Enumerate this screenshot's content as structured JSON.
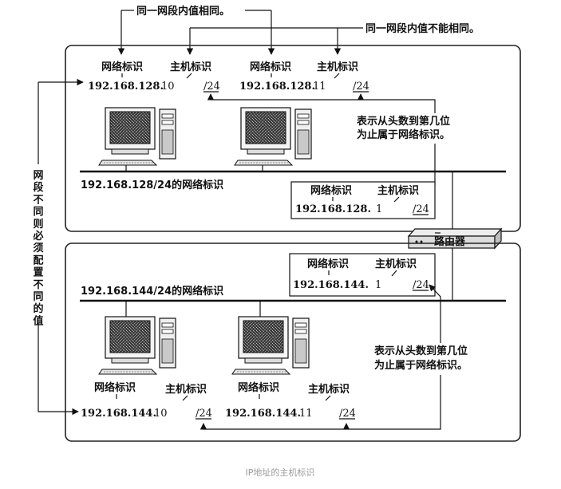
{
  "top_notes": {
    "same_value": "同一网段内值相同。",
    "not_same_value": "同一网段内值不能相同。"
  },
  "side_note": "网段不同则必须配置不同的值",
  "labels": {
    "network_id": "网络标识",
    "host_id": "主机标识"
  },
  "segment_a": {
    "network_label": "192.168.128/24的网络标识",
    "hosts": [
      {
        "network": "192.168.128.",
        "host": "10",
        "prefix": "/24"
      },
      {
        "network": "192.168.128.",
        "host": "11",
        "prefix": "/24"
      }
    ],
    "router_if": {
      "network": "192.168.128.",
      "host": "1",
      "prefix": "/24"
    },
    "prefix_note_line1": "表示从头数到第几位",
    "prefix_note_line2": "为止属于网络标识。"
  },
  "segment_b": {
    "network_label": "192.168.144/24的网络标识",
    "hosts": [
      {
        "network": "192.168.144.",
        "host": "10",
        "prefix": "/24"
      },
      {
        "network": "192.168.144.",
        "host": "11",
        "prefix": "/24"
      }
    ],
    "router_if": {
      "network": "192.168.144.",
      "host": "1",
      "prefix": "/24"
    },
    "prefix_note_line1": "表示从头数到第几位",
    "prefix_note_line2": "为止属于网络标识。"
  },
  "router_label": "路由器",
  "caption": "IP地址的主机标识",
  "icons": {
    "computer": "desktop-computer-icon",
    "router": "router-icon"
  }
}
